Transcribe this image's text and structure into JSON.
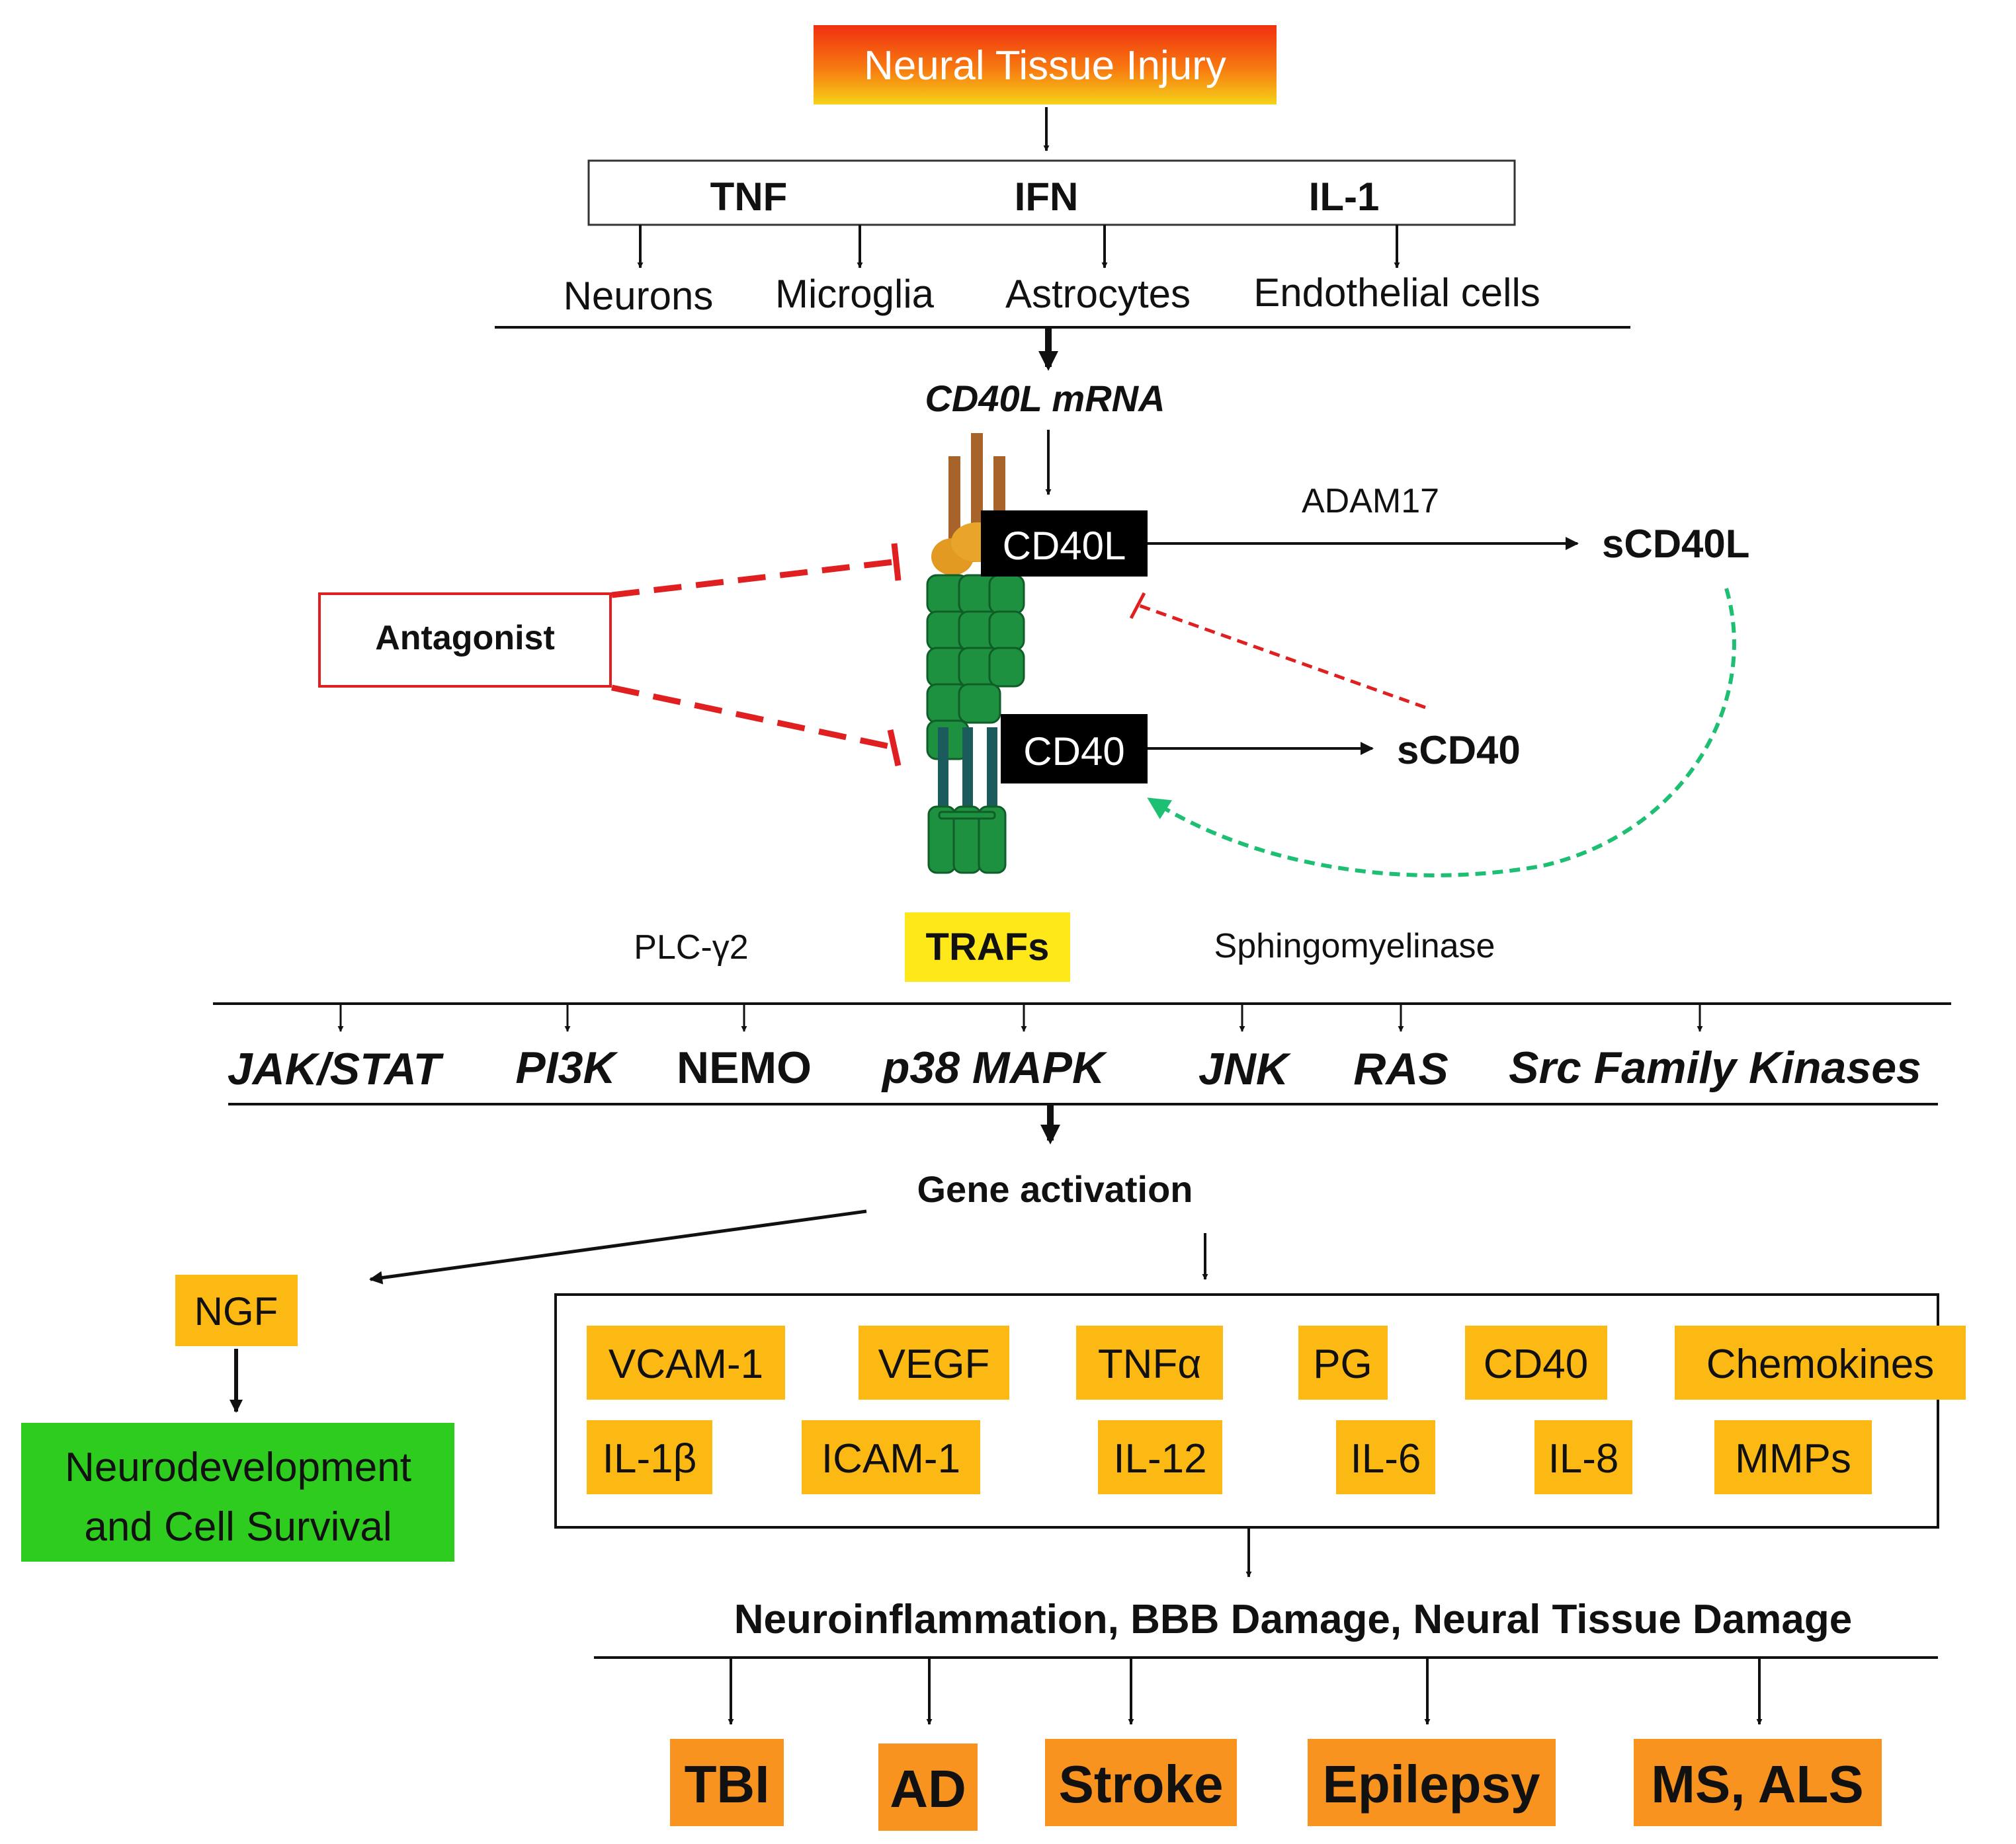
{
  "injury": {
    "label": "Neural Tissue Injury"
  },
  "cytokines": {
    "tnf": "TNF",
    "ifn": "IFN",
    "il1": "IL-1"
  },
  "cell_types": {
    "neurons": "Neurons",
    "microglia": "Microglia",
    "astrocytes": "Astrocytes",
    "endothelial": "Endothelial cells"
  },
  "cd40l_mrna": "CD40L mRNA",
  "receptor": {
    "cd40l": "CD40L",
    "cd40": "CD40",
    "adam17": "ADAM17",
    "scd40l": "sCD40L",
    "scd40": "sCD40",
    "antagonist": "Antagonist"
  },
  "adaptors": {
    "plc": "PLC-γ2",
    "trafs": "TRAFs",
    "sphingo": "Sphingomyelinase"
  },
  "pathways": {
    "jakstat": "JAK/STAT",
    "pi3k": "PI3K",
    "nemo": "NEMO",
    "p38": "p38 MAPK",
    "jnk": "JNK",
    "ras": "RAS",
    "src": "Src Family Kinases"
  },
  "gene_activation": "Gene activation",
  "ngf": "NGF",
  "neurodev": {
    "line1": "Neurodevelopment",
    "line2": "and Cell Survival"
  },
  "genes": {
    "vcam1": "VCAM-1",
    "vegf": "VEGF",
    "tnfa": "TNFα",
    "pg": "PG",
    "cd40": "CD40",
    "chemokines": "Chemokines",
    "il1b": "IL-1β",
    "icam1": "ICAM-1",
    "il12": "IL-12",
    "il6": "IL-6",
    "il8": "IL-8",
    "mmps": "MMPs"
  },
  "damage": "Neuroinflammation, BBB Damage, Neural Tissue Damage",
  "diseases": {
    "tbi": "TBI",
    "ad": "AD",
    "stroke": "Stroke",
    "epilepsy": "Epilepsy",
    "msals": "MS, ALS"
  },
  "colors": {
    "gene_box": "#FDB913",
    "disease_box": "#F7931E",
    "green_box": "#2ECC1F",
    "traf_box": "#FFE81A",
    "inhibit": "#E02020",
    "feedback": "#1DBF73",
    "receptor_green": "#1E9140"
  }
}
